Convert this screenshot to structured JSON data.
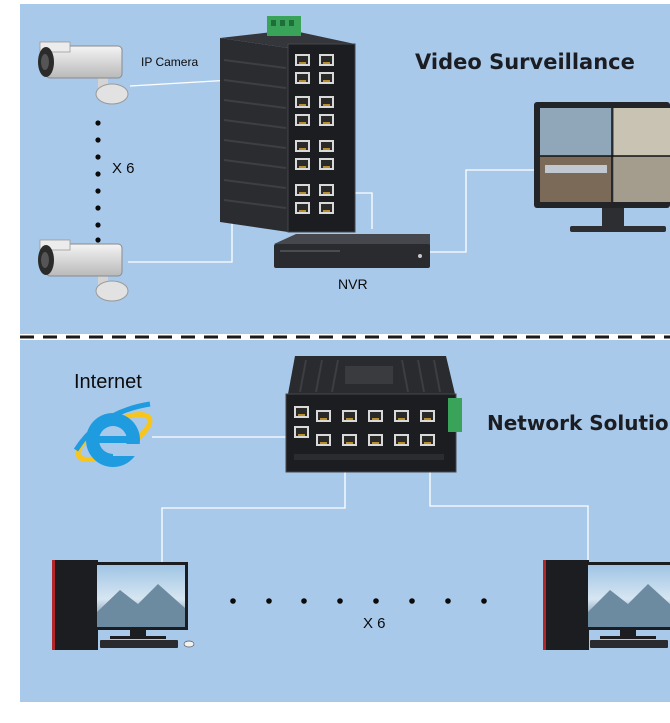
{
  "colors": {
    "panel": "#a9c9ea",
    "cable": "#ffffff",
    "switch_body": "#1c1d20",
    "terminal_green": "#39a35a",
    "ie_blue": "#1f9be0"
  },
  "surveillance": {
    "title": "Video Surveillance",
    "camera_label": "IP Camera",
    "camera_multiplier": "X 6",
    "nvr_label": "NVR"
  },
  "network": {
    "title": "Network Solutio",
    "internet_label": "Internet",
    "pc_multiplier": "X 6"
  },
  "icons": [
    "cctv-camera-icon",
    "din-rail-switch-icon",
    "nvr-recorder-icon",
    "monitor-icon",
    "internet-explorer-icon",
    "desktop-pc-icon"
  ]
}
